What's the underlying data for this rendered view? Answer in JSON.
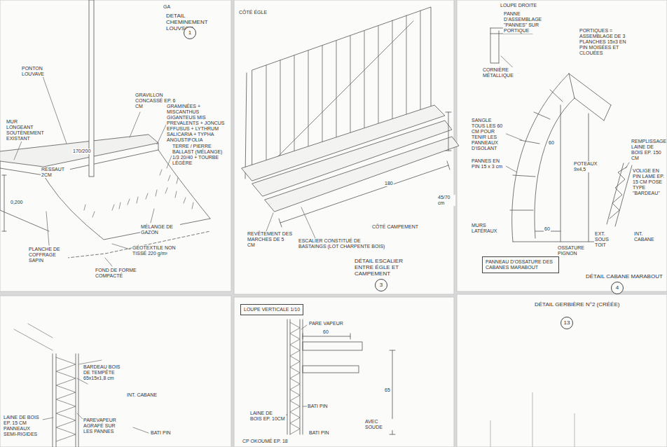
{
  "diagram": {
    "nodes": [
      {
        "text": [
          "1"
        ]
      },
      {
        "text": [
          "3"
        ]
      },
      {
        "text": [
          "PANNEAU D'OSSATURE DES CABANES MARABOUT"
        ]
      },
      {
        "text": [
          "4"
        ]
      },
      {
        "text": [
          "LOUPE VERTICALE 1/10"
        ]
      },
      {
        "text": [
          "13"
        ]
      }
    ],
    "labels": [
      "GA",
      "DETAIL CHEMINEMENT LOUVSOR",
      "PONTON LOUVAVE",
      "GRAVILLON CONCASSÉ EP. 6 CM",
      "GRAMINÉES + MISCANTHUS GIGANTEUS MIS PREVALENTS + JONCUS EFFUSUS + LYTHRUM SALICARIA + TYPHA ANGUSTIFOLIA",
      "TERRE / PIERRE BALLAST (MÉLANGE) 1/3 20/40 + TOURBE LÉGÈRE",
      "MUR LONGEANT SOUTÈNEMENT EXISTANT",
      "170/200",
      "RESSAUT 2CM",
      "0,200",
      "MÉLANGE DE GAZON",
      "PLANCHE DE COFFRAGE SAPIN",
      "GÉOTEXTILE NON TISSÉ 220 g/m²",
      "FOND DE FORME COMPACTÉ",
      "CÔTÉ ÉGLE",
      "45/70 cm",
      "180",
      "CÔTÉ CAMPEMENT",
      "REVÊTEMENT DES MARCHES DE 5 CM",
      "ESCALIER CONSTITUÉ DE BASTAINGS (LOT CHARPENTE BOIS)",
      "DÉTAIL ESCALIER ENTRE ÉGLE ET CAMPEMENT",
      "LOUPE DROITE",
      "PANNE D'ASSEMBLAGE \"PANNES\" SUR PORTIQUE",
      "CORNIÈRE MÉTALLIQUE",
      "PORTIQUES = ASSEMBLAGE DE 3 PLANCHES 15x3 EN PIN MOISÉES ET CLOUÉES",
      "SANGLE TOUS LES 60 CM POUR TENIR LES PANNEAUX D'ISOLANT",
      "PANNES EN PIN 15 x 3 cm",
      "60",
      "POTEAUX 9x4,5",
      "REMPLISSAGE LAINE DE BOIS EP. 150 CM",
      "VOLIGE EN PIN LAME EP. 15 CM POSE TYPE \"BARDEAU\"",
      "60",
      "MURS LATÉRAUX",
      "OSSATURE PIGNON",
      "EXT. SOUS TOIT",
      "INT. CABANE",
      "DÉTAIL CABANE MARABOUT",
      "BARDEAU BOIS DE TEMPÊTE 65x15x1,8 cm",
      "INT. CABANE",
      "LAINE DE BOIS EP. 15 CM PANNEAUX SEMI-RIGIDES",
      "PAREVAPEUR AGRAFÉ SUR LES PANNES",
      "BATI PIN",
      "PARE VAPEUR",
      "60",
      "65",
      "BATI PIN",
      "AVEC SOUDE",
      "LAINE DE BOIS EP. 10CM",
      "BATI PIN",
      "CP OKOUMÉ EP. 18",
      "DÉTAIL GERBIÈRE N°2 (CRÉÉE)"
    ]
  }
}
